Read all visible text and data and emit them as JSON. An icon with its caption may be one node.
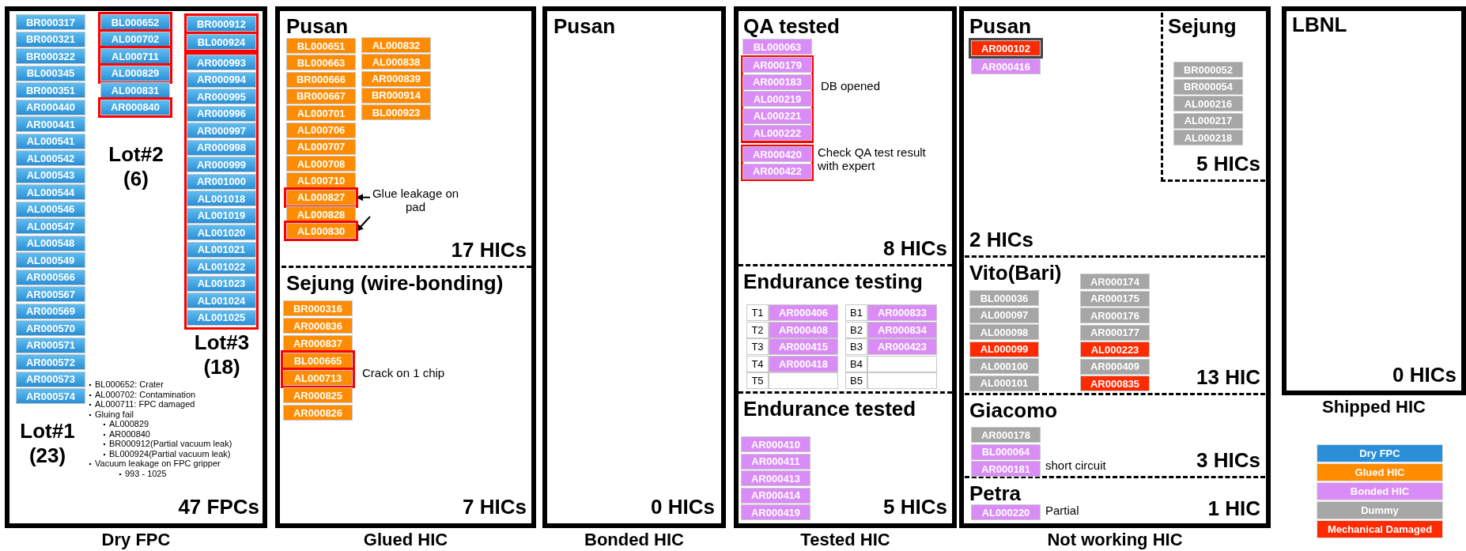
{
  "diagram": {
    "nodes": [
      {
        "text": [
          "Dry FPC",
          "47 FPCs"
        ]
      },
      {
        "text": [
          "BR000317"
        ],
        "in": 0
      },
      {
        "text": [
          "BR000321"
        ],
        "in": 0
      },
      {
        "text": [
          "BR000322"
        ],
        "in": 0
      },
      {
        "text": [
          "BL000345"
        ],
        "in": 0
      },
      {
        "text": [
          "BR000351"
        ],
        "in": 0
      },
      {
        "text": [
          "AR000440"
        ],
        "in": 0
      },
      {
        "text": [
          "AR000441"
        ],
        "in": 0
      },
      {
        "text": [
          "AL000541"
        ],
        "in": 0
      },
      {
        "text": [
          "AL000542"
        ],
        "in": 0
      },
      {
        "text": [
          "AL000543"
        ],
        "in": 0
      },
      {
        "text": [
          "AL000544"
        ],
        "in": 0
      },
      {
        "text": [
          "AL000546"
        ],
        "in": 0
      },
      {
        "text": [
          "AL000547"
        ],
        "in": 0
      },
      {
        "text": [
          "AL000548"
        ],
        "in": 0
      },
      {
        "text": [
          "AL000549"
        ],
        "in": 0
      },
      {
        "text": [
          "AR000566"
        ],
        "in": 0
      },
      {
        "text": [
          "AR000567"
        ],
        "in": 0
      },
      {
        "text": [
          "AR000569"
        ],
        "in": 0
      },
      {
        "text": [
          "AR000570"
        ],
        "in": 0
      },
      {
        "text": [
          "AR000571"
        ],
        "in": 0
      },
      {
        "text": [
          "AR000572"
        ],
        "in": 0
      },
      {
        "text": [
          "AR000573"
        ],
        "in": 0
      },
      {
        "text": [
          "AR000574"
        ],
        "in": 0
      },
      {
        "text": [
          "BL000652"
        ],
        "in": 0
      },
      {
        "text": [
          "AL000702"
        ],
        "in": 0
      },
      {
        "text": [
          "AL000711"
        ],
        "in": 0
      },
      {
        "text": [
          "AL000829"
        ],
        "in": 0
      },
      {
        "text": [
          "AL000831"
        ],
        "in": 0
      },
      {
        "text": [
          "AR000840"
        ],
        "in": 0
      },
      {
        "text": [
          "BR000912"
        ],
        "in": 0
      },
      {
        "text": [
          "BL000924"
        ],
        "in": 0
      },
      {
        "text": [],
        "shape": "box",
        "in": 0
      },
      {
        "text": [
          "AR000993"
        ],
        "in": 32
      },
      {
        "text": [
          "AR000994"
        ],
        "in": 32
      },
      {
        "text": [
          "AR000995"
        ],
        "in": 32
      },
      {
        "text": [
          "AR000996"
        ],
        "in": 32
      },
      {
        "text": [
          "AR000997"
        ],
        "in": 32
      },
      {
        "text": [
          "AR000998"
        ],
        "in": 32
      },
      {
        "text": [
          "AR000999"
        ],
        "in": 32
      },
      {
        "text": [
          "AR001000"
        ],
        "in": 32
      },
      {
        "text": [
          "AL001018"
        ],
        "in": 32
      },
      {
        "text": [
          "AL001019"
        ],
        "in": 32
      },
      {
        "text": [
          "AL001020"
        ],
        "in": 32
      },
      {
        "text": [
          "AL001021"
        ],
        "in": 32
      },
      {
        "text": [
          "AL001022"
        ],
        "in": 32
      },
      {
        "text": [
          "AL001023"
        ],
        "in": 32
      },
      {
        "text": [
          "AL001024"
        ],
        "in": 32
      },
      {
        "text": [
          "AL001025"
        ],
        "in": 32
      },
      {
        "text": [
          "Glued HIC"
        ]
      },
      {
        "text": [
          "Pusan",
          "17 HICs"
        ],
        "in": 49
      },
      {
        "text": [
          "BL000651"
        ],
        "in": 50
      },
      {
        "text": [
          "BL000663"
        ],
        "in": 50
      },
      {
        "text": [
          "BR000666"
        ],
        "in": 50
      },
      {
        "text": [
          "BR000667"
        ],
        "in": 50
      },
      {
        "text": [
          "AL000701"
        ],
        "in": 50
      },
      {
        "text": [
          "AL000706"
        ],
        "in": 50
      },
      {
        "text": [
          "AL000707"
        ],
        "in": 50
      },
      {
        "text": [
          "AL000708"
        ],
        "in": 50
      },
      {
        "text": [
          "AL000710"
        ],
        "in": 50
      },
      {
        "text": [
          "AL000827"
        ],
        "in": 50
      },
      {
        "text": [
          "AL000828"
        ],
        "in": 50
      },
      {
        "text": [
          "AL000830"
        ],
        "in": 50
      },
      {
        "text": [
          "AL000832"
        ],
        "in": 50
      },
      {
        "text": [
          "AL000838"
        ],
        "in": 50
      },
      {
        "text": [
          "AR000839"
        ],
        "in": 50
      },
      {
        "text": [
          "BR000914"
        ],
        "in": 50
      },
      {
        "text": [
          "BL000923"
        ],
        "in": 50
      },
      {
        "text": [
          "Glue leakage on pad"
        ],
        "in": 50
      },
      {
        "text": [
          "Sejung (wire-bonding)",
          "7 HICs"
        ],
        "in": 49
      },
      {
        "text": [
          "BR000316"
        ],
        "in": 69
      },
      {
        "text": [
          "AR000836"
        ],
        "in": 69
      },
      {
        "text": [
          "AR000837"
        ],
        "in": 69
      },
      {
        "text": [
          "BL000665"
        ],
        "in": 69
      },
      {
        "text": [
          "AL000713"
        ],
        "in": 69
      },
      {
        "text": [
          "AR000825"
        ],
        "in": 69
      },
      {
        "text": [
          "AR000826"
        ],
        "in": 69
      },
      {
        "text": [
          "Bonded HIC"
        ]
      },
      {
        "text": [
          "Pusan",
          "0 HICs"
        ],
        "in": 77
      },
      {
        "text": [
          "Tested HIC"
        ]
      },
      {
        "text": [
          "QA tested",
          "8 HICs"
        ],
        "in": 79
      },
      {
        "text": [
          "BL000063"
        ],
        "in": 80
      },
      {
        "text": [],
        "shape": "box",
        "in": 80,
        "beside": [
          "DB opened"
        ]
      },
      {
        "text": [
          "AR000179"
        ],
        "in": 82
      },
      {
        "text": [
          "AR000183"
        ],
        "in": 82
      },
      {
        "text": [
          "AL000219"
        ],
        "in": 82
      },
      {
        "text": [
          "AL000221"
        ],
        "in": 82
      },
      {
        "text": [
          "AL000222"
        ],
        "in": 82
      },
      {
        "text": [],
        "shape": "box",
        "in": 80,
        "beside": [
          "Check QA test result with expert"
        ]
      },
      {
        "text": [
          "AR000420"
        ],
        "in": 88
      },
      {
        "text": [
          "AR000422"
        ],
        "in": 88
      },
      {
        "text": [
          "Endurance testing"
        ],
        "in": 79
      },
      {
        "text": [
          "T1"
        ],
        "in": 91
      },
      {
        "text": [
          "AR000406"
        ],
        "in": 91
      },
      {
        "text": [
          "B1"
        ],
        "in": 91
      },
      {
        "text": [
          "AR000833"
        ],
        "in": 91
      },
      {
        "text": [
          "T2"
        ],
        "in": 91
      },
      {
        "text": [
          "AR000408"
        ],
        "in": 91
      },
      {
        "text": [
          "B2"
        ],
        "in": 91
      },
      {
        "text": [
          "AR000834"
        ],
        "in": 91
      },
      {
        "text": [
          "T3"
        ],
        "in": 91
      },
      {
        "text": [
          "AR000415"
        ],
        "in": 91
      },
      {
        "text": [
          "B3"
        ],
        "in": 91
      },
      {
        "text": [
          "AR000423"
        ],
        "in": 91
      },
      {
        "text": [
          "T4"
        ],
        "in": 91
      },
      {
        "text": [
          "AR000418"
        ],
        "in": 91
      },
      {
        "text": [
          "B4"
        ],
        "in": 91
      },
      {
        "text": [],
        "shape": "box",
        "in": 91
      },
      {
        "text": [
          "T5"
        ],
        "in": 91
      },
      {
        "text": [],
        "shape": "box",
        "in": 91
      },
      {
        "text": [
          "B5"
        ],
        "in": 91
      },
      {
        "text": [],
        "shape": "box",
        "in": 91
      },
      {
        "text": [
          "Endurance tested",
          "5 HICs"
        ],
        "in": 79
      },
      {
        "text": [
          "AR000410"
        ],
        "in": 112
      },
      {
        "text": [
          "AR000411"
        ],
        "in": 112
      },
      {
        "text": [
          "AR000413"
        ],
        "in": 112
      },
      {
        "text": [
          "AR000414"
        ],
        "in": 112
      },
      {
        "text": [
          "AR000419"
        ],
        "in": 112
      },
      {
        "text": [
          "Not working HIC"
        ]
      },
      {
        "text": [
          "Pusan",
          "2 HICs"
        ],
        "in": 118
      },
      {
        "text": [
          "AR000102"
        ],
        "in": 119
      },
      {
        "text": [
          "AR000416"
        ],
        "in": 119
      },
      {
        "text": [
          "Sejung",
          "5 HICs"
        ],
        "in": 119
      },
      {
        "text": [
          "BR000052"
        ],
        "in": 122
      },
      {
        "text": [
          "BR000054"
        ],
        "in": 122
      },
      {
        "text": [
          "AL000216"
        ],
        "in": 122
      },
      {
        "text": [
          "AL000217"
        ],
        "in": 122
      },
      {
        "text": [
          "AL000218"
        ],
        "in": 122
      },
      {
        "text": [
          "Vito(Bari)",
          "13 HIC"
        ],
        "in": 118
      },
      {
        "text": [
          "BL000036"
        ],
        "in": 128
      },
      {
        "text": [
          "AL000097"
        ],
        "in": 128
      },
      {
        "text": [
          "AL000098"
        ],
        "in": 128
      },
      {
        "text": [
          "AL000099"
        ],
        "in": 128
      },
      {
        "text": [
          "AL000100"
        ],
        "in": 128
      },
      {
        "text": [
          "AL000101"
        ],
        "in": 128
      },
      {
        "text": [
          "AR000174"
        ],
        "in": 128
      },
      {
        "text": [
          "AR000175"
        ],
        "in": 128
      },
      {
        "text": [
          "AR000176"
        ],
        "in": 128
      },
      {
        "text": [
          "AR000177"
        ],
        "in": 128
      },
      {
        "text": [
          "AL000223"
        ],
        "in": 128
      },
      {
        "text": [
          "AR000409"
        ],
        "in": 128
      },
      {
        "text": [
          "AR000835"
        ],
        "in": 128
      },
      {
        "text": [
          "Giacomo",
          "3 HICs"
        ],
        "in": 118
      },
      {
        "text": [
          "AR000178"
        ],
        "in": 142
      },
      {
        "text": [
          "BL000064"
        ],
        "in": 142
      },
      {
        "text": [
          "AR000181"
        ],
        "in": 142,
        "beside": [
          "short circuit"
        ]
      },
      {
        "text": [
          "Petra",
          "1 HIC"
        ],
        "in": 118
      },
      {
        "text": [
          "AL000220"
        ],
        "in": 146,
        "beside": [
          "Partial"
        ]
      },
      {
        "text": [
          "Shipped HIC"
        ]
      },
      {
        "text": [
          "LBNL",
          "0 HICs"
        ],
        "in": 148
      }
    ],
    "edges": [
      {
        "from": 68,
        "to": 60,
        "arrow": "to"
      },
      {
        "from": 68,
        "to": 62,
        "arrow": "to"
      }
    ],
    "labels": [
      "Lot#2 (6)",
      "Lot#3 (18)",
      "Lot#1 (23)",
      "BL000652: Crater",
      "AL000702: Contamination",
      "AL000711: FPC damaged",
      "Gluing fail",
      "AL000829",
      "AR000840",
      "BR000912(Partial vacuum leak)",
      "BL000924(Partial vacuum leak)",
      "Vacuum leakage on FPC gripper",
      "993 - 1025",
      "Crack on 1 chip"
    ],
    "legend": [
      {
        "text": "Dry FPC",
        "color": "#2a8fd6"
      },
      {
        "text": "Glued HIC",
        "color": "#ff8c00"
      },
      {
        "text": "Bonded HIC",
        "color": "#d98cf5"
      },
      {
        "text": "Dummy",
        "color": "#a6a6a6"
      },
      {
        "text": "Mechanical Damaged",
        "color": "#ff2a00"
      }
    ]
  }
}
